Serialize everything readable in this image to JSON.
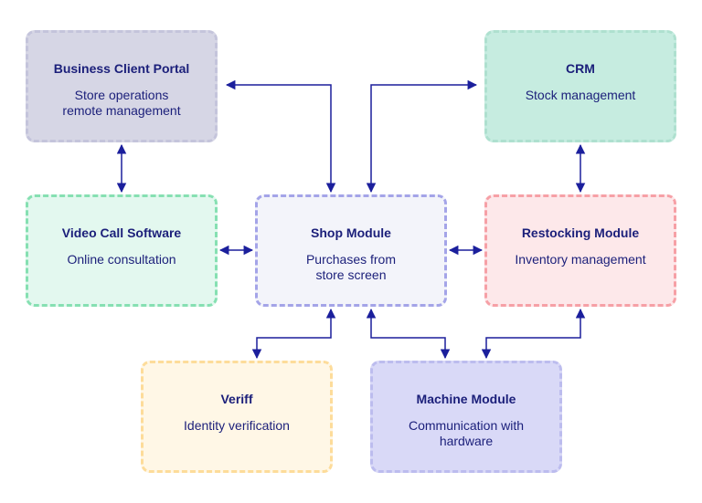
{
  "nodes": {
    "portal": {
      "title": "Business Client Portal",
      "desc": "Store operations\nremote management"
    },
    "crm": {
      "title": "CRM",
      "desc": "Stock management"
    },
    "video": {
      "title": "Video Call Software",
      "desc": "Online consultation"
    },
    "shop": {
      "title": "Shop Module",
      "desc": "Purchases from\nstore screen"
    },
    "restock": {
      "title": "Restocking Module",
      "desc": "Inventory management"
    },
    "veriff": {
      "title": "Veriff",
      "desc": "Identity verification"
    },
    "machine": {
      "title": "Machine Module",
      "desc": "Communication with\nhardware"
    }
  },
  "colors": {
    "text": "#1b1f7a",
    "arrow": "#1b1f9c",
    "portal": "#d6d6e5",
    "crm": "#c6ece0",
    "video": "#e3f8ef",
    "shop": "#f3f4fa",
    "restock": "#fde8ea",
    "veriff": "#fff7e6",
    "machine": "#d9d9f7"
  },
  "connections": [
    {
      "from": "shop",
      "to": "portal"
    },
    {
      "from": "shop",
      "to": "crm"
    },
    {
      "from": "portal",
      "to": "video"
    },
    {
      "from": "crm",
      "to": "restock"
    },
    {
      "from": "video",
      "to": "shop"
    },
    {
      "from": "shop",
      "to": "restock"
    },
    {
      "from": "shop",
      "to": "veriff"
    },
    {
      "from": "shop",
      "to": "machine"
    },
    {
      "from": "restock",
      "to": "machine"
    }
  ]
}
